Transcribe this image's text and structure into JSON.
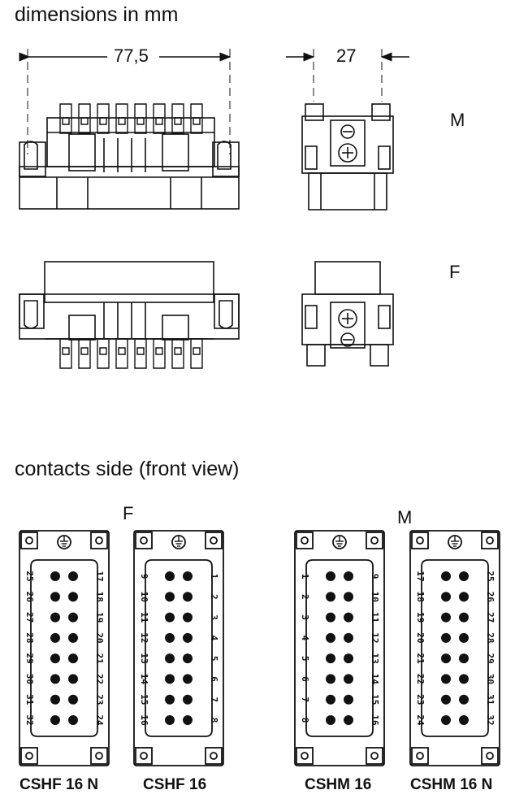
{
  "headings": {
    "dimensions": "dimensions in mm",
    "contacts": "contacts side (front view)"
  },
  "dimensions": {
    "width": "77,5",
    "depth": "27"
  },
  "views": {
    "male": "M",
    "female": "F"
  },
  "panels": [
    {
      "caption": "CSHF 16 N",
      "left": [
        "25",
        "26",
        "27",
        "28",
        "29",
        "30",
        "31",
        "32"
      ],
      "right": [
        "17",
        "18",
        "19",
        "20",
        "21",
        "22",
        "23",
        "24"
      ]
    },
    {
      "caption": "CSHF 16",
      "left": [
        "9",
        "10",
        "11",
        "12",
        "13",
        "14",
        "15",
        "16"
      ],
      "right": [
        "1",
        "2",
        "3",
        "4",
        "5",
        "6",
        "7",
        "8"
      ]
    },
    {
      "caption": "CSHM 16",
      "left": [
        "1",
        "2",
        "3",
        "4",
        "5",
        "6",
        "7",
        "8"
      ],
      "right": [
        "9",
        "10",
        "11",
        "12",
        "13",
        "14",
        "15",
        "16"
      ]
    },
    {
      "caption": "CSHM 16 N",
      "left": [
        "17",
        "18",
        "19",
        "20",
        "21",
        "22",
        "23",
        "24"
      ],
      "right": [
        "25",
        "26",
        "27",
        "28",
        "29",
        "30",
        "31",
        "32"
      ]
    }
  ],
  "colors": {
    "ink": "#111111",
    "body": "#ffffff"
  }
}
